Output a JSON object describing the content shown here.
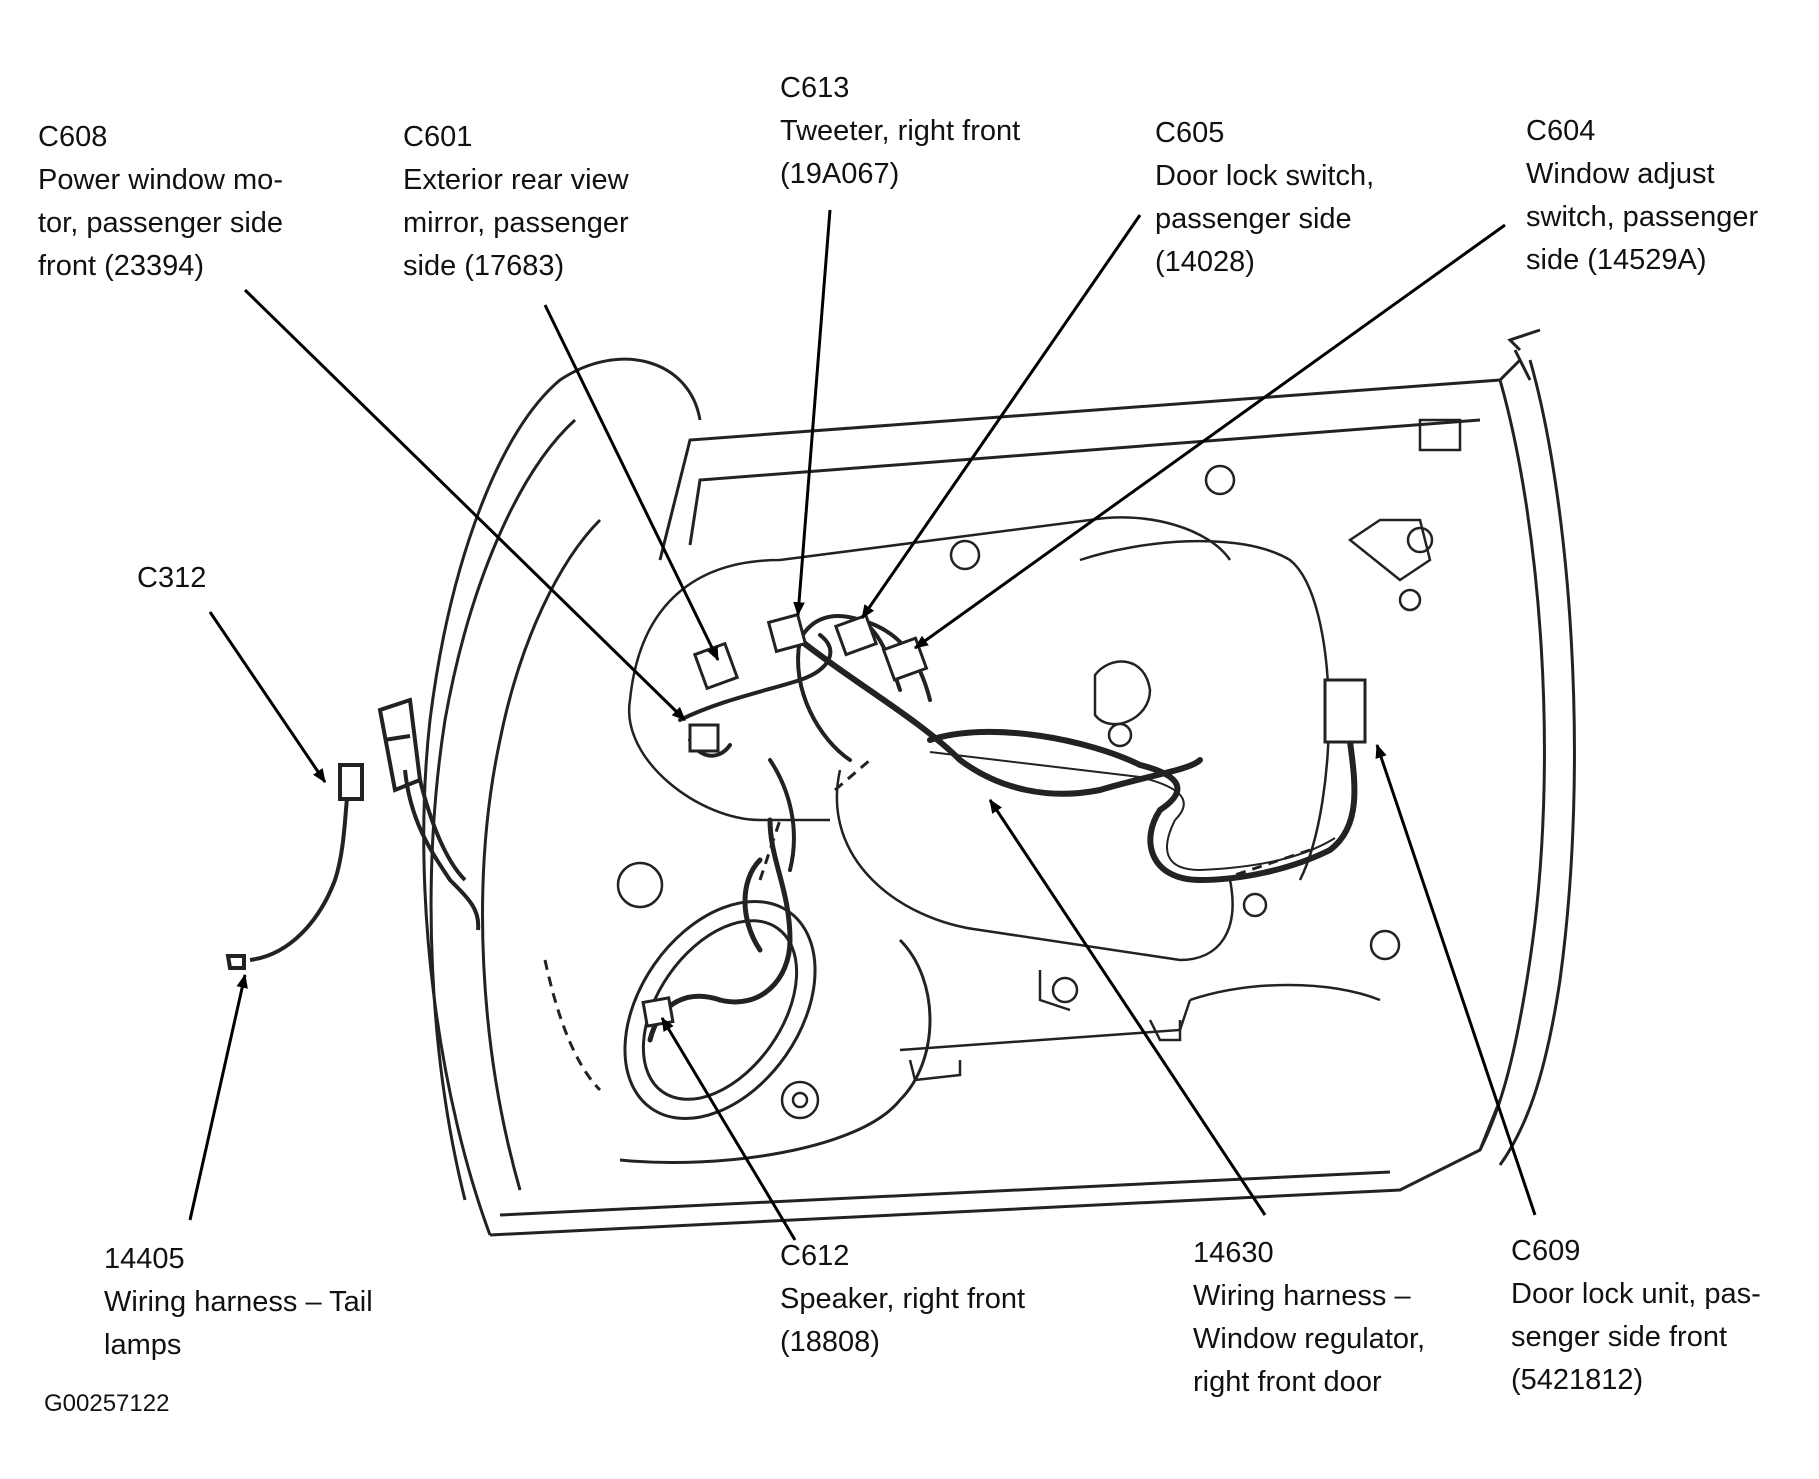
{
  "figure_id": "G00257122",
  "callouts": [
    {
      "id": "C608",
      "text": "Power window mo-\ntor, passenger side\nfront (23394)"
    },
    {
      "id": "C601",
      "text": "Exterior rear view\nmirror, passenger\nside (17683)"
    },
    {
      "id": "C613",
      "text": "Tweeter, right front\n(19A067)"
    },
    {
      "id": "C605",
      "text": "Door lock switch,\npassenger side\n(14028)"
    },
    {
      "id": "C604",
      "text": "Window adjust\nswitch, passenger\nside (14529A)"
    },
    {
      "id": "C312",
      "text": ""
    },
    {
      "id": "14405",
      "text": "Wiring harness – Tail\nlamps"
    },
    {
      "id": "C612",
      "text": "Speaker, right front\n(18808)"
    },
    {
      "id": "14630",
      "text": "Wiring harness –\nWindow regulator,\nright front door"
    },
    {
      "id": "C609",
      "text": "Door lock unit, pas-\nsenger side front\n(5421812)"
    }
  ]
}
